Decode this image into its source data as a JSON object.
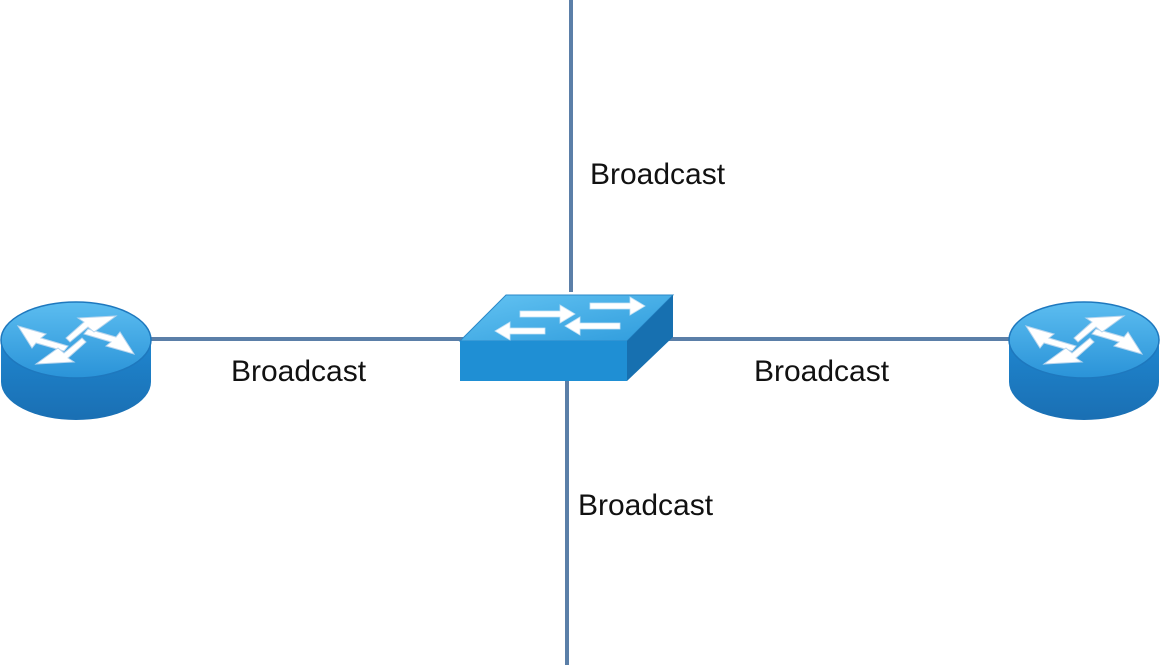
{
  "diagram": {
    "nodes": [
      {
        "id": "router-left",
        "type": "router",
        "icon": "router-icon"
      },
      {
        "id": "switch-center",
        "type": "switch",
        "icon": "switch-icon"
      },
      {
        "id": "router-right",
        "type": "router",
        "icon": "router-icon"
      }
    ],
    "links": [
      {
        "id": "link-top",
        "label": "Broadcast"
      },
      {
        "id": "link-left",
        "label": "Broadcast"
      },
      {
        "id": "link-right",
        "label": "Broadcast"
      },
      {
        "id": "link-bottom",
        "label": "Broadcast"
      }
    ],
    "colors": {
      "line": "#5b7fa8",
      "device_top": "#3aa6e0",
      "device_side": "#1f7fc2",
      "arrow": "#ffffff"
    }
  }
}
